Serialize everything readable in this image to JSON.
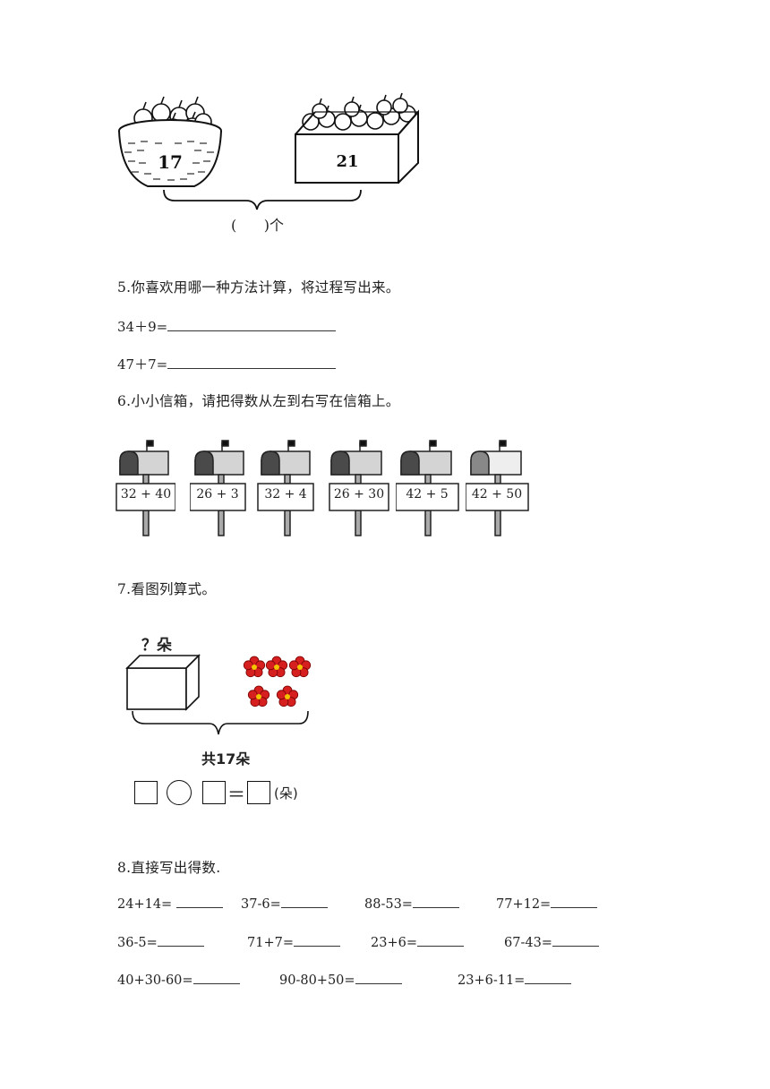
{
  "q4_figure": {
    "basket_count": "17",
    "box_count": "21",
    "answer_label": "(      )个"
  },
  "q5": {
    "title": "5.你喜欢用哪一种方法计算，将过程写出来。",
    "lines": [
      "34＋9=",
      "47＋7="
    ]
  },
  "q6": {
    "title": "6.小小信箱，请把得数从左到右写在信箱上。",
    "mailboxes": [
      "32 + 40",
      "26 + 3",
      "32 + 4",
      "26 + 30",
      "42 + 5",
      "42 + 50"
    ]
  },
  "q7": {
    "title": "7.看图列算式。",
    "question_label": "？朵",
    "total_label": "共17朵",
    "equal_sign": "＝",
    "unit": "(朵)"
  },
  "q8": {
    "title": "8.直接写出得数.",
    "rows": [
      [
        "24+14=",
        "37-6=",
        "88-53=",
        "77+12="
      ],
      [
        "36-5=",
        "71+7=",
        "23+6=",
        "67-43="
      ],
      [
        "40+30-60=",
        "90-80+50=",
        "23+6-11="
      ]
    ]
  }
}
